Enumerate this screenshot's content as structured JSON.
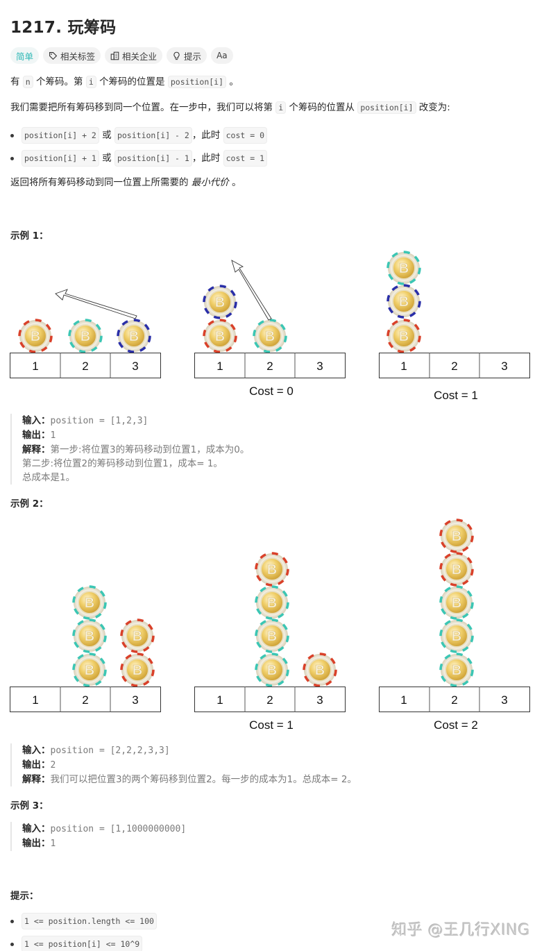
{
  "problem": {
    "title": "1217. 玩筹码",
    "tags": [
      {
        "label": "简单",
        "icon": null
      },
      {
        "label": "相关标签",
        "icon": "tag-icon"
      },
      {
        "label": "相关企业",
        "icon": "building-icon"
      },
      {
        "label": "提示",
        "icon": "lightbulb-icon"
      },
      {
        "label": "Aa",
        "icon": "translate-icon"
      }
    ]
  },
  "description": {
    "line1": {
      "a": "有",
      "code_n": "n",
      "b": "个筹码。第",
      "code_i": "i",
      "c": "个筹码的位置是",
      "code_pos": "position[i]",
      "d": "。"
    },
    "line2": {
      "a": "我们需要把所有筹码移到同一个位置。在一步中，我们可以将第",
      "code_i": "i",
      "b": "个筹码的位置从",
      "code_pos": "position[i]",
      "c": "改变为:"
    },
    "bullets": [
      {
        "code_a": "position[i] + 2",
        "or": "或",
        "code_b": "position[i] - 2",
        "sep": "，此时",
        "code_cost": "cost = 0"
      },
      {
        "code_a": "position[i] + 1",
        "or": "或",
        "code_b": "position[i] - 1",
        "sep": "，此时",
        "code_cost": "cost = 1"
      }
    ],
    "line3": {
      "a": "返回将所有筹码移动到同一位置上所需要的",
      "em": "最小代价",
      "b": "。"
    }
  },
  "examples": [
    {
      "heading": "示例 1：",
      "figure": {
        "panels": [
          {
            "slots": [
              "1",
              "2",
              "3"
            ],
            "cost": ""
          },
          {
            "slots": [
              "1",
              "2",
              "3"
            ],
            "cost": "Cost = 0"
          },
          {
            "slots": [
              "1",
              "2",
              "3"
            ],
            "cost": "Cost = 1"
          }
        ]
      },
      "input_label": "输入：",
      "input": "position = [1,2,3]",
      "output_label": "输出：",
      "output": "1",
      "explain_label": "解释：",
      "explain_lines": [
        "第一步:将位置3的筹码移动到位置1，成本为0。",
        "第二步:将位置2的筹码移动到位置1，成本= 1。",
        "总成本是1。"
      ]
    },
    {
      "heading": "示例 2：",
      "figure": {
        "panels": [
          {
            "slots": [
              "1",
              "2",
              "3"
            ],
            "cost": ""
          },
          {
            "slots": [
              "1",
              "2",
              "3"
            ],
            "cost": "Cost = 1"
          },
          {
            "slots": [
              "1",
              "2",
              "3"
            ],
            "cost": "Cost = 2"
          }
        ]
      },
      "input_label": "输入：",
      "input": "position = [2,2,2,3,3]",
      "output_label": "输出：",
      "output": "2",
      "explain_label": "解释：",
      "explain_lines": [
        "我们可以把位置3的两个筹码移到位置2。每一步的成本为1。总成本= 2。"
      ]
    },
    {
      "heading": "示例 3：",
      "input_label": "输入：",
      "input": "position = [1,1000000000]",
      "output_label": "输出：",
      "output": "1"
    }
  ],
  "constraints": {
    "heading": "提示：",
    "items": [
      "1 <= position.length <= 100",
      "1 <= position[i] <= 10^9"
    ]
  },
  "watermark": "知乎 @王几行XING",
  "colors": {
    "easy": "#2db7b5",
    "chip_red": "#d9412a",
    "chip_teal": "#3cc6b4",
    "chip_blue": "#2a2fa8",
    "chip_gold": "#e8c65a"
  }
}
